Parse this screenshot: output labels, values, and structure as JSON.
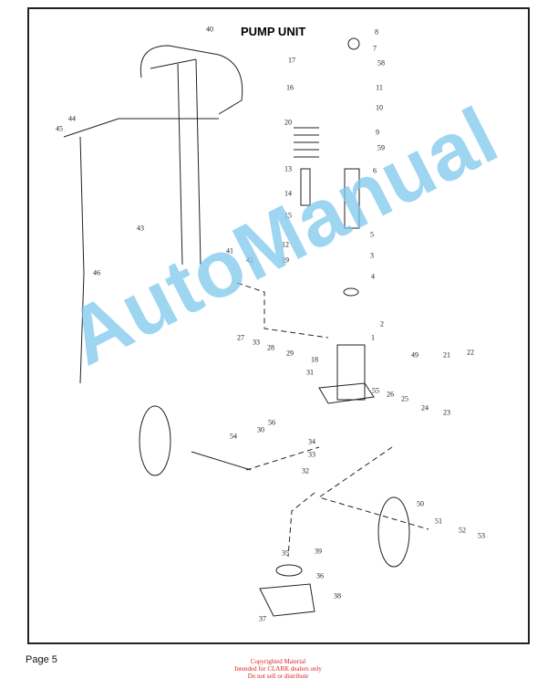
{
  "title": "PUMP UNIT",
  "callouts": [
    "40",
    "8",
    "17",
    "7",
    "58",
    "16",
    "11",
    "10",
    "20",
    "9",
    "45",
    "44",
    "59",
    "6",
    "13",
    "14",
    "15",
    "43",
    "41",
    "42",
    "12",
    "5",
    "3",
    "19",
    "4",
    "46",
    "2",
    "1",
    "27",
    "33",
    "28",
    "29",
    "18",
    "49",
    "21",
    "22",
    "31",
    "55",
    "26",
    "25",
    "24",
    "23",
    "30",
    "56",
    "54",
    "34",
    "33",
    "32",
    "50",
    "51",
    "52",
    "53",
    "35",
    "39",
    "36",
    "38",
    "37"
  ],
  "watermark": "AutoManual",
  "footer": {
    "page": "Page 5",
    "copyright": [
      "Copyrighted Material",
      "Intended for CLARK dealers only",
      "Do not sell or distribute"
    ]
  },
  "colors": {
    "watermark": "#7ec8ec",
    "copyright": "#dd2222"
  }
}
